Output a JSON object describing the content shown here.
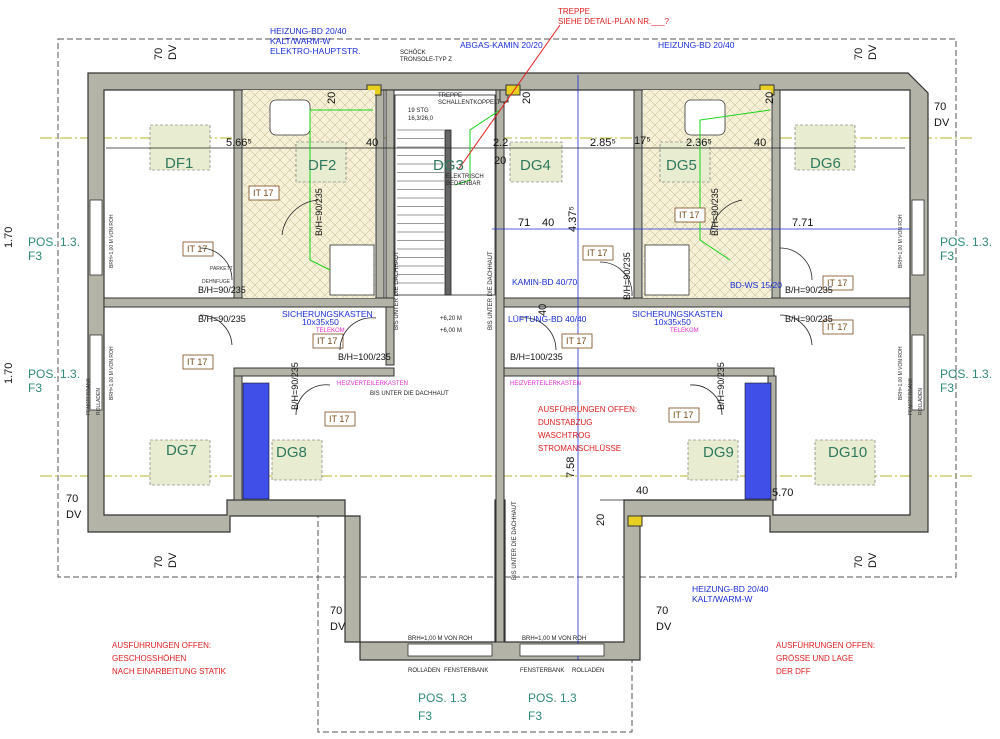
{
  "rooms": {
    "df1": "DF1",
    "df2": "DF2",
    "dg3": "DG3",
    "dg4": "DG4",
    "dg5": "DG5",
    "dg6": "DG6",
    "dg7": "DG7",
    "dg8": "DG8",
    "dg9": "DG9",
    "dg10": "DG10"
  },
  "it_label": "IT 17",
  "annotations": {
    "heizung_left_1": "HEIZUNG-BD 20/40",
    "heizung_left_2": "KALT/WARM-W",
    "heizung_left_3": "ELEKTRO-HAUPTSTR.",
    "abgas": "ABGAS-KAMIN 20/20",
    "treppe_1": "TREPPE",
    "treppe_2": "SIEHE DETAIL-PLAN NR.___?",
    "heizung_right": "HEIZUNG-BD 20/40",
    "schoeck_1": "SCHÖCK",
    "schoeck_2": "TRONSOLE-TYP Z",
    "stg_1": "19 STG",
    "stg_2": "16,3/26,0",
    "treppe_schall_1": "TREPPE",
    "treppe_schall_2": "SCHALLENTKOPPELT",
    "elektrisch_1": "ELEKTRISCH",
    "elektrisch_2": "BEDIENBAR",
    "kamin": "KAMIN-BD 40/70",
    "lueftung": "LÜFTUNG-BD 40/40",
    "bdws": "BD-WS 15/20",
    "sicherung_1": "SICHERUNGSKASTEN",
    "sicherung_2": "10x35x50",
    "telekom": "TELEKOM",
    "heizverteiler": "HEIZVERTEILERKASTEN",
    "dachhaut": "BIS UNTER DIE DACHHAUT",
    "brh_roh": "BRH=1,00 M VON ROH",
    "ausf_mid_1": "AUSFÜHRUNGEN OFFEN:",
    "ausf_mid_2": "DUNSTABZUG",
    "ausf_mid_3": "WASCHTROG",
    "ausf_mid_4": "STROMANSCHLÜSSE",
    "heizung_bottom_1": "HEIZUNG-BD 20/40",
    "heizung_bottom_2": "KALT/WARM-W",
    "ausf_left_1": "AUSFÜHRUNGEN OFFEN:",
    "ausf_left_2": "GESCHOSSHÖHEN",
    "ausf_left_3": "NACH EINARBEITUNG STATIK",
    "ausf_right_1": "AUSFÜHRUNGEN OFFEN:",
    "ausf_right_2": "GRÖSSE UND LAGE",
    "ausf_right_3": "DER DFF",
    "level_1": "+6,20 M",
    "level_2": "+6,00 M",
    "rolladen": "ROLLADEN",
    "fensterbank": "FENSTERBANK",
    "parkett": "PARKETT",
    "dehnfuge": "DEHNFUGE"
  },
  "pos_labels": {
    "line1": "POS. 1.3.",
    "line2": "F3",
    "bottom_line1": "POS. 1.3",
    "bottom_line2": "F3"
  },
  "dimensions": {
    "d70": "70",
    "dv": "DV",
    "d566": "5.66⁵",
    "d40": "40",
    "d20": "20",
    "d22": "2.2",
    "d285": "2.85⁵",
    "d17": "17⁵",
    "d236": "2.36⁵",
    "d437": "4.37⁵",
    "d71": "71",
    "d771": "7.71",
    "d758": "7.58",
    "d570": "5.70",
    "d170": "1.70",
    "bh_90_235": "B/H=90/235",
    "bh_100_235": "B/H=100/235"
  }
}
